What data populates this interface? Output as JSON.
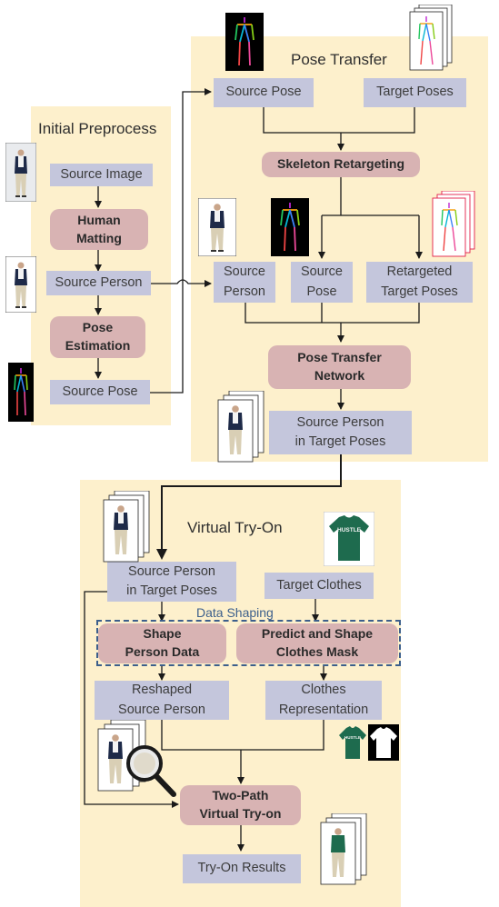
{
  "panels": {
    "initial": "Initial Preprocess",
    "pose_transfer": "Pose Transfer",
    "try_on": "Virtual Try-On"
  },
  "initial": {
    "source_image": "Source Image",
    "human_matting": "Human\nMatting",
    "source_person": "Source Person",
    "pose_estimation": "Pose\nEstimation",
    "source_pose": "Source Pose"
  },
  "pose_transfer": {
    "source_pose": "Source Pose",
    "target_poses": "Target Poses",
    "skeleton_retargeting": "Skeleton Retargeting",
    "source_person": "Source\nPerson",
    "source_pose_2": "Source\nPose",
    "retargeted_poses": "Retargeted\nTarget Poses",
    "network": "Pose Transfer\nNetwork",
    "output": "Source Person\nin Target Poses"
  },
  "try_on": {
    "source_person_in_poses": "Source Person\nin Target Poses",
    "target_clothes": "Target Clothes",
    "data_shaping": "Data Shaping",
    "shape_person": "Shape\nPerson Data",
    "predict_shape": "Predict and Shape\nClothes Mask",
    "reshaped": "Reshaped\nSource Person",
    "clothes_repr": "Clothes\nRepresentation",
    "two_path": "Two-Path\nVirtual Try-on",
    "results": "Try-On Results",
    "shirt_print": "HUSTLE"
  },
  "colors": {
    "panel_bg": "#fdf0cc",
    "label_box": "#c4c6dc",
    "process_box": "#d8b3b3",
    "shirt_green": "#1e6b4e",
    "dashed_border": "#3c5f8c"
  }
}
